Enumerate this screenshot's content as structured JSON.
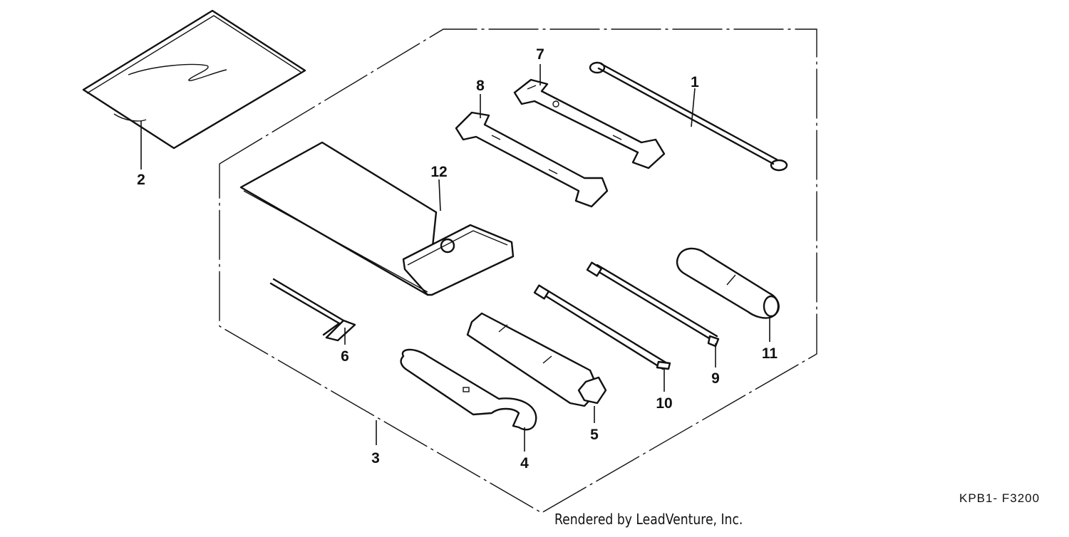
{
  "diagram": {
    "callouts": [
      {
        "id": "1",
        "label": "1"
      },
      {
        "id": "2",
        "label": "2"
      },
      {
        "id": "3",
        "label": "3"
      },
      {
        "id": "4",
        "label": "4"
      },
      {
        "id": "5",
        "label": "5"
      },
      {
        "id": "6",
        "label": "6"
      },
      {
        "id": "7",
        "label": "7"
      },
      {
        "id": "8",
        "label": "8"
      },
      {
        "id": "9",
        "label": "9"
      },
      {
        "id": "10",
        "label": "10"
      },
      {
        "id": "11",
        "label": "11"
      },
      {
        "id": "12",
        "label": "12"
      }
    ],
    "diagram_code": "KPB1- F3200",
    "credit": "Rendered by LeadVenture, Inc."
  },
  "colors": {
    "line": "#111111",
    "background": "#ffffff"
  }
}
